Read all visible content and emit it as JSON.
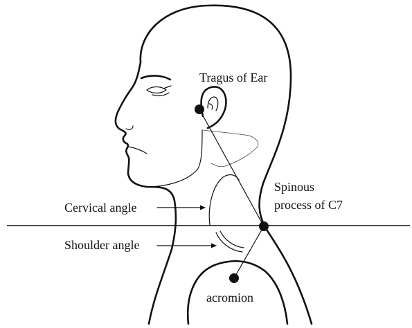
{
  "labels": {
    "tragus": "Tragus of Ear",
    "spinous_line1": "Spinous",
    "spinous_line2": "process of C7",
    "cervical": "Cervical angle",
    "shoulder": "Shoulder angle",
    "acromion": "acromion"
  }
}
